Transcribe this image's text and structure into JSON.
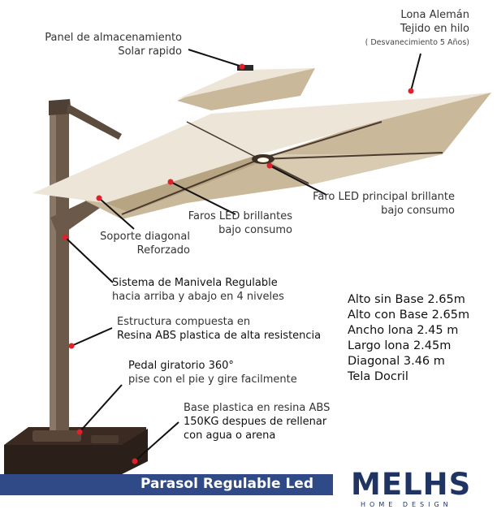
{
  "labels": {
    "panel_line1": "Panel de almacenamiento",
    "panel_line2": "Solar rapido",
    "lona_line1": "Lona Alemán",
    "lona_line2": "Tejido en hilo",
    "lona_line3": "( Desvanecimiento 5 Años)",
    "faro_line1": "Faro LED principal brillante",
    "faro_line2": "bajo consumo",
    "faros_line1": "Faros LED brillantes",
    "faros_line2": "bajo consumo",
    "soporte_line1": "Soporte diagonal",
    "soporte_line2": "Reforzado",
    "manivela_line1": "Sistema de Manivela Regulable",
    "manivela_line2": "hacia arriba  y abajo en 4 niveles",
    "estructura_line1": "Estructura compuesta en",
    "estructura_line2": "Resina ABS plastica de alta resistencia",
    "pedal_line1": "Pedal giratorio 360°",
    "pedal_line2": "pise con el pie y gire facilmente",
    "base_line1": "Base plastica en resina ABS",
    "base_line2": "150KG despues de rellenar",
    "base_line3": "con agua o arena"
  },
  "specs": [
    "Alto sin Base 2.65m",
    "Alto con Base 2.65m",
    "Ancho lona 2.45 m",
    "Largo lona 2.45m",
    "Diagonal 3.46 m",
    "Tela Docril"
  ],
  "banner": {
    "title": "Parasol Regulable Led",
    "color": "#2f4a86"
  },
  "brand": {
    "name": "MELHS",
    "tagline": "HOME DESIGN",
    "color": "#1f3463"
  },
  "colors": {
    "canopy": "#ede6d8",
    "canopy_shade": "#c9b89a",
    "pole": "#6b5a4a",
    "marker": "#e0202a"
  }
}
